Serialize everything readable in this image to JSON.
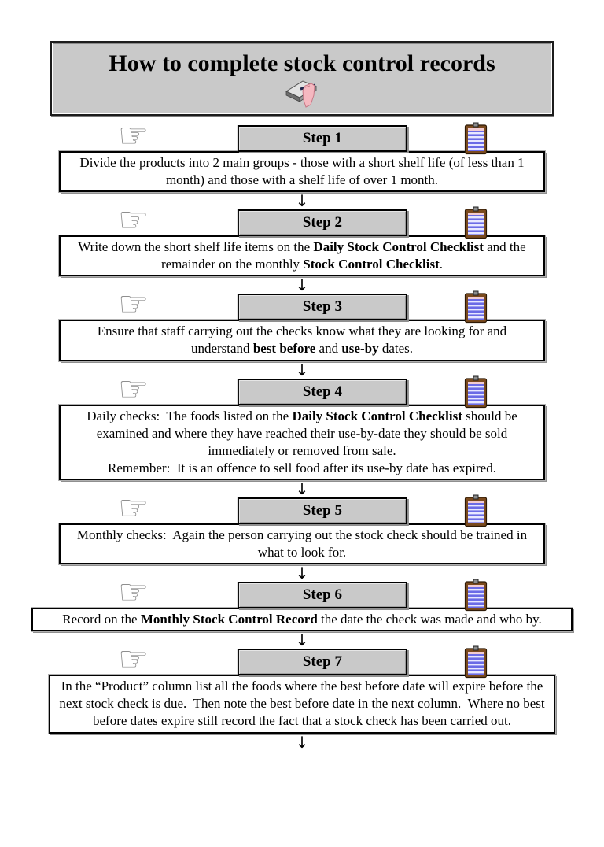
{
  "page": {
    "title": "How to complete stock control records"
  },
  "glyphs": {
    "down_arrow": "↓",
    "pointing_hand": "☞"
  },
  "icons": {
    "left_of_each_step": "pointing-hand-icon",
    "right_of_each_step": "clipboard-icon",
    "under_title": "book-and-pen-icon"
  },
  "colors": {
    "panel_gray": "#c9c9c9",
    "border_black": "#000000",
    "shadow_gray": "#8f8f8f",
    "clipboard_frame_brown": "#7a4a1e",
    "clipboard_paper_blue": "#6b6be6",
    "clipboard_stripe": "#e8e8ff",
    "book_hand_pink": "#f5b8c0",
    "pen_navy": "#20254a"
  },
  "steps": [
    {
      "label": "Step 1",
      "segments": [
        {
          "text": "Divide the products into 2 main groups - those with a short shelf life (of less than 1 month) and those with a shelf life of over 1 month.",
          "bold": false
        }
      ]
    },
    {
      "label": "Step 2",
      "segments": [
        {
          "text": "Write down the short shelf life items on the ",
          "bold": false
        },
        {
          "text": "Daily Stock Control Checklist",
          "bold": true
        },
        {
          "text": " and the remainder on the monthly ",
          "bold": false
        },
        {
          "text": "Stock Control Checklist",
          "bold": true
        },
        {
          "text": ".",
          "bold": false
        }
      ]
    },
    {
      "label": "Step 3",
      "segments": [
        {
          "text": "Ensure that staff carrying out the checks know what they are looking for and understand ",
          "bold": false
        },
        {
          "text": "best before",
          "bold": true
        },
        {
          "text": " and ",
          "bold": false
        },
        {
          "text": "use-by",
          "bold": true
        },
        {
          "text": " dates.",
          "bold": false
        }
      ]
    },
    {
      "label": "Step 4",
      "segments": [
        {
          "text": "Daily checks:  The foods listed on the ",
          "bold": false
        },
        {
          "text": "Daily Stock Control Checklist",
          "bold": true
        },
        {
          "text": " should be examined and where they have reached their use-by-date they should be sold immediately or removed from sale.\nRemember:  It is an offence to sell food after its use-by date has expired.",
          "bold": false
        }
      ]
    },
    {
      "label": "Step 5",
      "segments": [
        {
          "text": "Monthly checks:  Again the person carrying out the stock check should be trained in what to look for.",
          "bold": false
        }
      ]
    },
    {
      "label": "Step 6",
      "segments": [
        {
          "text": "Record on the ",
          "bold": false
        },
        {
          "text": "Monthly Stock Control Record",
          "bold": true
        },
        {
          "text": " the date the check was made and who by.",
          "bold": false
        }
      ]
    },
    {
      "label": "Step 7",
      "segments": [
        {
          "text": "In the “Product” column list all the foods where the best before date will expire before the next stock check is due.  Then note the best before date in the next column.  Where no best before dates expire still record the fact that a stock check has been carried out.",
          "bold": false
        }
      ]
    }
  ]
}
